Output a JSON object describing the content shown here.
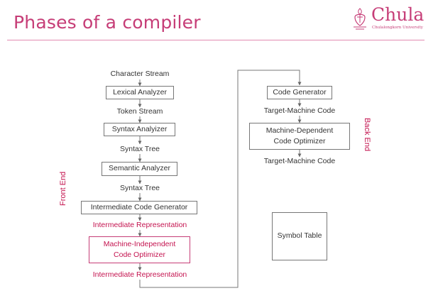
{
  "slide": {
    "title": "Phases of a compiler",
    "logo_text": "Chula",
    "logo_subtext": "Chulalongkorn University"
  },
  "front_end": {
    "side_label": "Front End",
    "input_label": "Character Stream",
    "lexical_analyzer": "Lexical Analyzer",
    "token_stream": "Token Stream",
    "syntax_analyzer": "Syntax Analyizer",
    "syntax_tree_1": "Syntax Tree",
    "semantic_analyzer": "Semantic Analyzer",
    "syntax_tree_2": "Syntax Tree",
    "intermediate_code_generator": "Intermediate Code Generator",
    "intermediate_representation_1": "Intermediate Representation",
    "mi_optimizer_line1": "Machine-Independent",
    "mi_optimizer_line2": "Code Optimizer",
    "intermediate_representation_2": "Intermediate Representation"
  },
  "back_end": {
    "side_label": "Back End",
    "code_generator": "Code Generator",
    "target_code_1": "Target-Machine Code",
    "md_optimizer_line1": "Machine-Dependent",
    "md_optimizer_line2": "Code Optimizer",
    "target_code_2": "Target-Machine Code"
  },
  "symbol_table": "Symbol Table",
  "colors": {
    "accent": "#c63d77",
    "accent_text": "#c4134f",
    "box_border": "#777777",
    "arrow": "#777777"
  }
}
